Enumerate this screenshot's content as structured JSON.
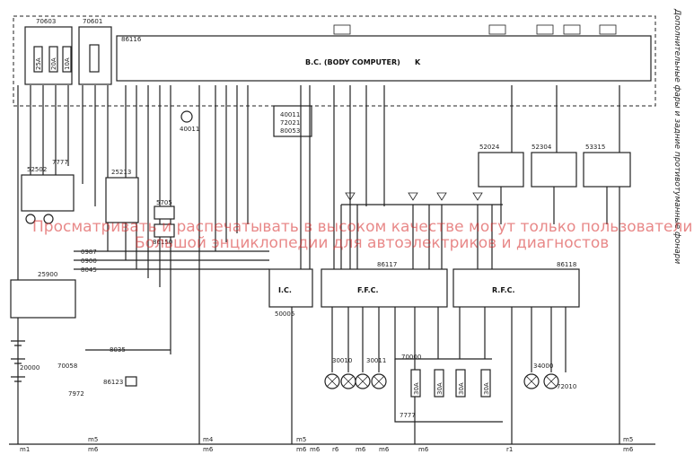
{
  "side_title": "Дополнительные фары и задние противотуманные фонари",
  "watermark": {
    "line1": "Просматривать и распечатывать в высоком качестве могут только пользователи",
    "line2": "Большой энциклопедии для автоэлектриков и диагностов"
  },
  "modules": {
    "body_computer": "B.C. (BODY COMPUTER)",
    "ic": "I.C.",
    "ffc": "F.F.C.",
    "rfc": "R.F.C."
  },
  "component_codes": {
    "top_left_1": "70603",
    "top_left_2": "70601",
    "bc": "86116",
    "c40011": "40011",
    "c40011b": "40011",
    "c72021": "72021",
    "c80053": "80053",
    "c52502": "52502",
    "c25213": "25213",
    "c25900": "25900",
    "c52024": "52024",
    "c52304": "52304",
    "c53315": "53315",
    "c86117": "86117",
    "c86118": "86118",
    "c50005": "50005",
    "c30010": "30010",
    "c30011": "30011",
    "c70000": "70000",
    "c34000": "34000",
    "c72010": "72010",
    "c70058": "70058",
    "c86123": "86123",
    "c20000": "20000",
    "c86150": "86150",
    "c5705": "5705"
  },
  "fuses": [
    "25A",
    "20A",
    "10A",
    "30A",
    "30A",
    "30A",
    "30A"
  ],
  "wire_codes": {
    "w8045": "8045",
    "w8035": "8035",
    "w7972": "7972",
    "w0987": "0987",
    "w0900": "0900",
    "w7777": "7777",
    "w7777b": "7777"
  },
  "ground_labels": [
    "m1",
    "m5",
    "m6",
    "m4",
    "m6",
    "m6",
    "m5",
    "m6",
    "r6",
    "m6",
    "m6",
    "m6",
    "r1",
    "m5",
    "m6"
  ]
}
